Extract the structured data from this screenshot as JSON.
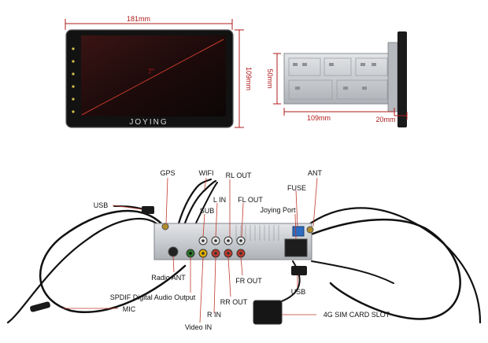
{
  "dimensions": {
    "width_181": "181mm",
    "height_109": "109mm",
    "diag_7": "7\"",
    "height_50": "50mm",
    "depth_109": "109mm",
    "depth_20": "20mm"
  },
  "brand": "JOYING",
  "ports": {
    "gps": "GPS",
    "wifi": "WIFI",
    "rl_out": "RL OUT",
    "ant_top": "ANT",
    "usb_left": "USB",
    "sub": "SUB",
    "l_in": "L IN",
    "fl_out": "FL OUT",
    "fuse": "FUSE",
    "joying_port": "Joying Port",
    "radio_ant": "Radio ANT",
    "fr_out": "FR OUT",
    "spdif": "SPDIF Digital Audio Output",
    "rr_out": "RR OUT",
    "usb_right": "USB",
    "mic": "MIC",
    "r_in": "R IN",
    "sim": "4G SIM CARD SLOT",
    "video_in": "Video IN"
  },
  "colors": {
    "dimension_line": "#b11b1b",
    "screen": "#2a1010",
    "chassis": "#c9ccd0",
    "rca_red": "#c0392b",
    "rca_yellow": "#e2b100",
    "rca_white": "#e8e8e8",
    "cable": "#111111"
  }
}
